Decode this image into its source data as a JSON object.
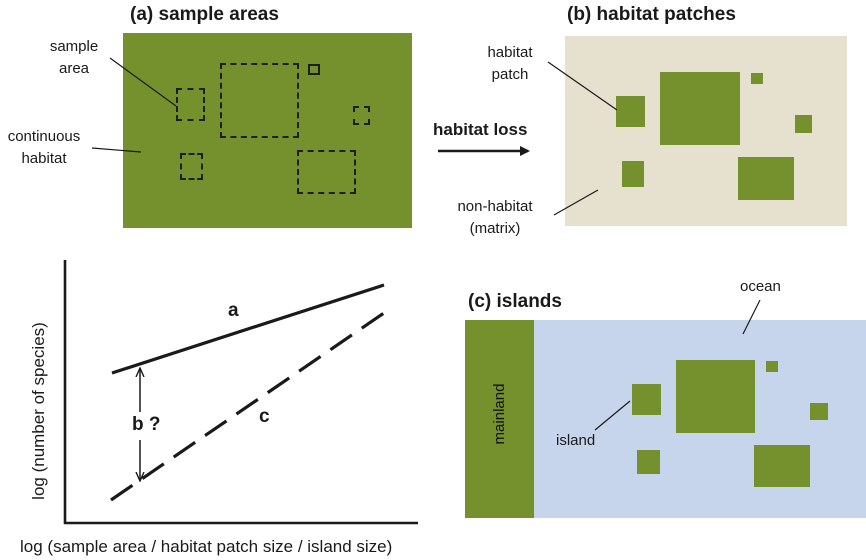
{
  "colors": {
    "habitat_green": "#74912e",
    "matrix_beige": "#e6e0ce",
    "ocean_blue": "#c6d5ec",
    "ink": "#1a1a1a"
  },
  "panel_a": {
    "title": "(a) sample areas",
    "label_sample_area_line1": "sample",
    "label_sample_area_line2": "area",
    "label_continuous_line1": "continuous",
    "label_continuous_line2": "habitat"
  },
  "arrow": {
    "label": "habitat loss"
  },
  "panel_b": {
    "title": "(b) habitat patches",
    "label_patch_line1": "habitat",
    "label_patch_line2": "patch",
    "label_matrix_line1": "non-habitat",
    "label_matrix_line2": "(matrix)"
  },
  "panel_c": {
    "title": "(c) islands",
    "label_ocean": "ocean",
    "label_mainland": "mainland",
    "label_island": "island"
  },
  "graph": {
    "ylabel": "log (number of species)",
    "xlabel": "log (sample area / habitat patch size / island size)",
    "line_a_label": "a",
    "line_c_label": "c",
    "gap_label": "b ?"
  }
}
